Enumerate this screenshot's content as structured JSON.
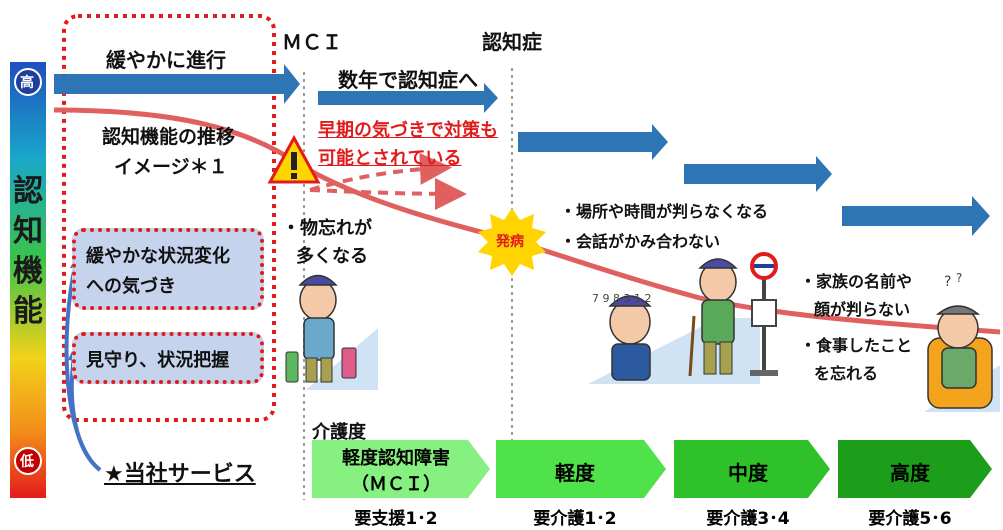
{
  "axis": {
    "label": "認知機能",
    "high": "高",
    "low": "低"
  },
  "top_labels": {
    "mci": "ＭＣＩ",
    "dementia": "認知症"
  },
  "annotations": {
    "gradual": "緩やかに進行",
    "years": "数年で認知症へ",
    "early_line1": "早期の気づきで対策も",
    "early_line2": "可能とされている",
    "trend_line1": "認知機能の推移",
    "trend_line2": "イメージ＊１",
    "forget_line1": "・物忘れが",
    "forget_line2": "多くなる",
    "onset": "発病",
    "place_line1": "・場所や時間が判らなくなる",
    "place_line2": "・会話がかみ合わない",
    "family_line1": "・家族の名前や",
    "family_line2": "顔が判らない",
    "meal_line1": "・食事したこと",
    "meal_line2": "を忘れる",
    "care_level": "介護度"
  },
  "services": {
    "box1_line1": "緩やかな状況変化",
    "box1_line2": "への気づき",
    "box2": "見守り、状況把握",
    "company": "★当社サービス"
  },
  "stages": [
    {
      "line1": "軽度認知障害",
      "line2": "（ＭＣＩ）",
      "care": "要支援1･2",
      "color": "#86f080"
    },
    {
      "line1": "軽度",
      "line2": "",
      "care": "要介護1･2",
      "color": "#4fe24a"
    },
    {
      "line1": "中度",
      "line2": "",
      "care": "要介護3･4",
      "color": "#2ec12a"
    },
    {
      "line1": "高度",
      "line2": "",
      "care": "要介護5･6",
      "color": "#1d9e1a"
    }
  ],
  "colors": {
    "arrow": "#2e75b6",
    "curve": "#e06060",
    "dotted": "#e11b1b",
    "box": "#c5d3ec",
    "red_text": "#e11b1b"
  }
}
